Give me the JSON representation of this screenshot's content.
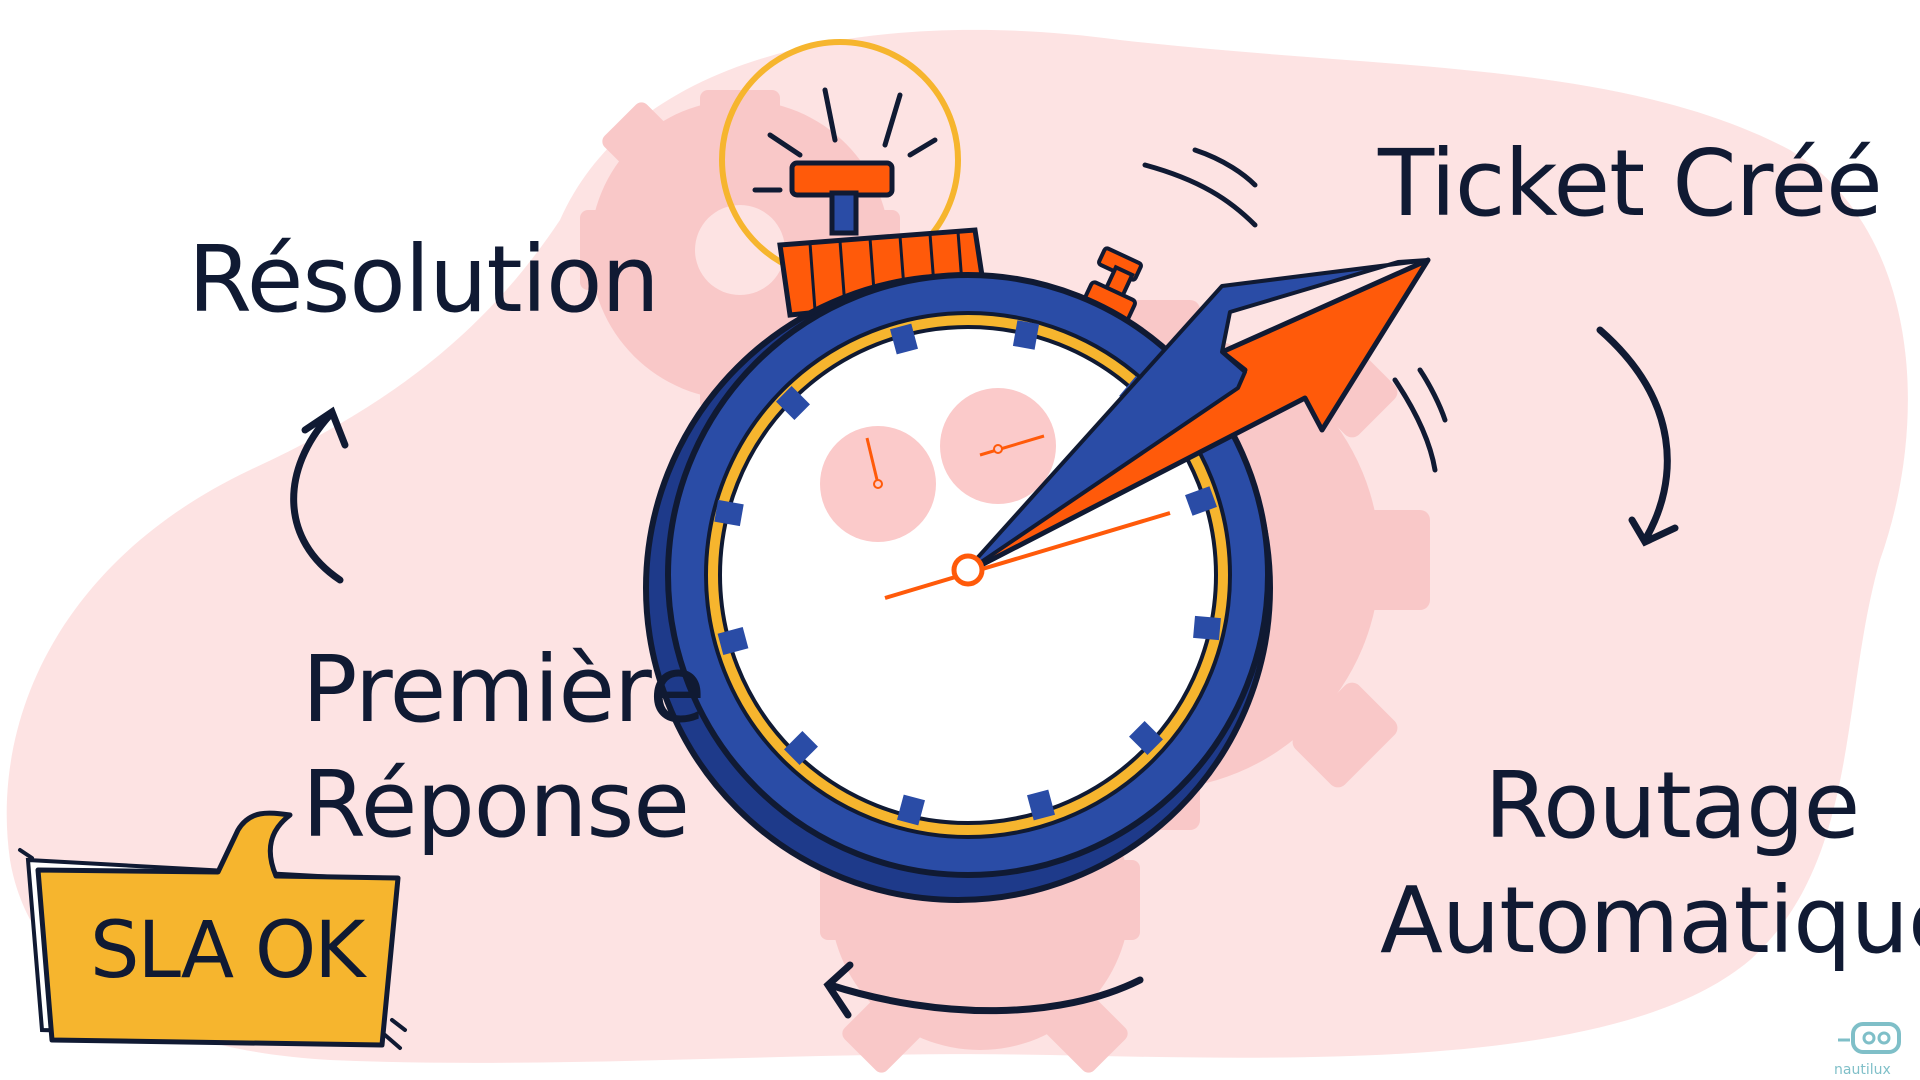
{
  "labels": {
    "ticket_created": "Ticket Créé",
    "resolution": "Résolution",
    "first_response_line1": "Première",
    "first_response_line2": "Réponse",
    "routing_line1": "Routage",
    "routing_line2": "Automatique"
  },
  "badge": {
    "text": "SLA OK"
  },
  "brand": {
    "name": "nautilux"
  },
  "colors": {
    "navy": "#101a33",
    "blue": "#2a4ca6",
    "orange": "#ff5a0a",
    "amber": "#f6b52e",
    "pink": "#fde3e3",
    "gear": "#f9c8c8",
    "brand": "#7fbfc8"
  }
}
